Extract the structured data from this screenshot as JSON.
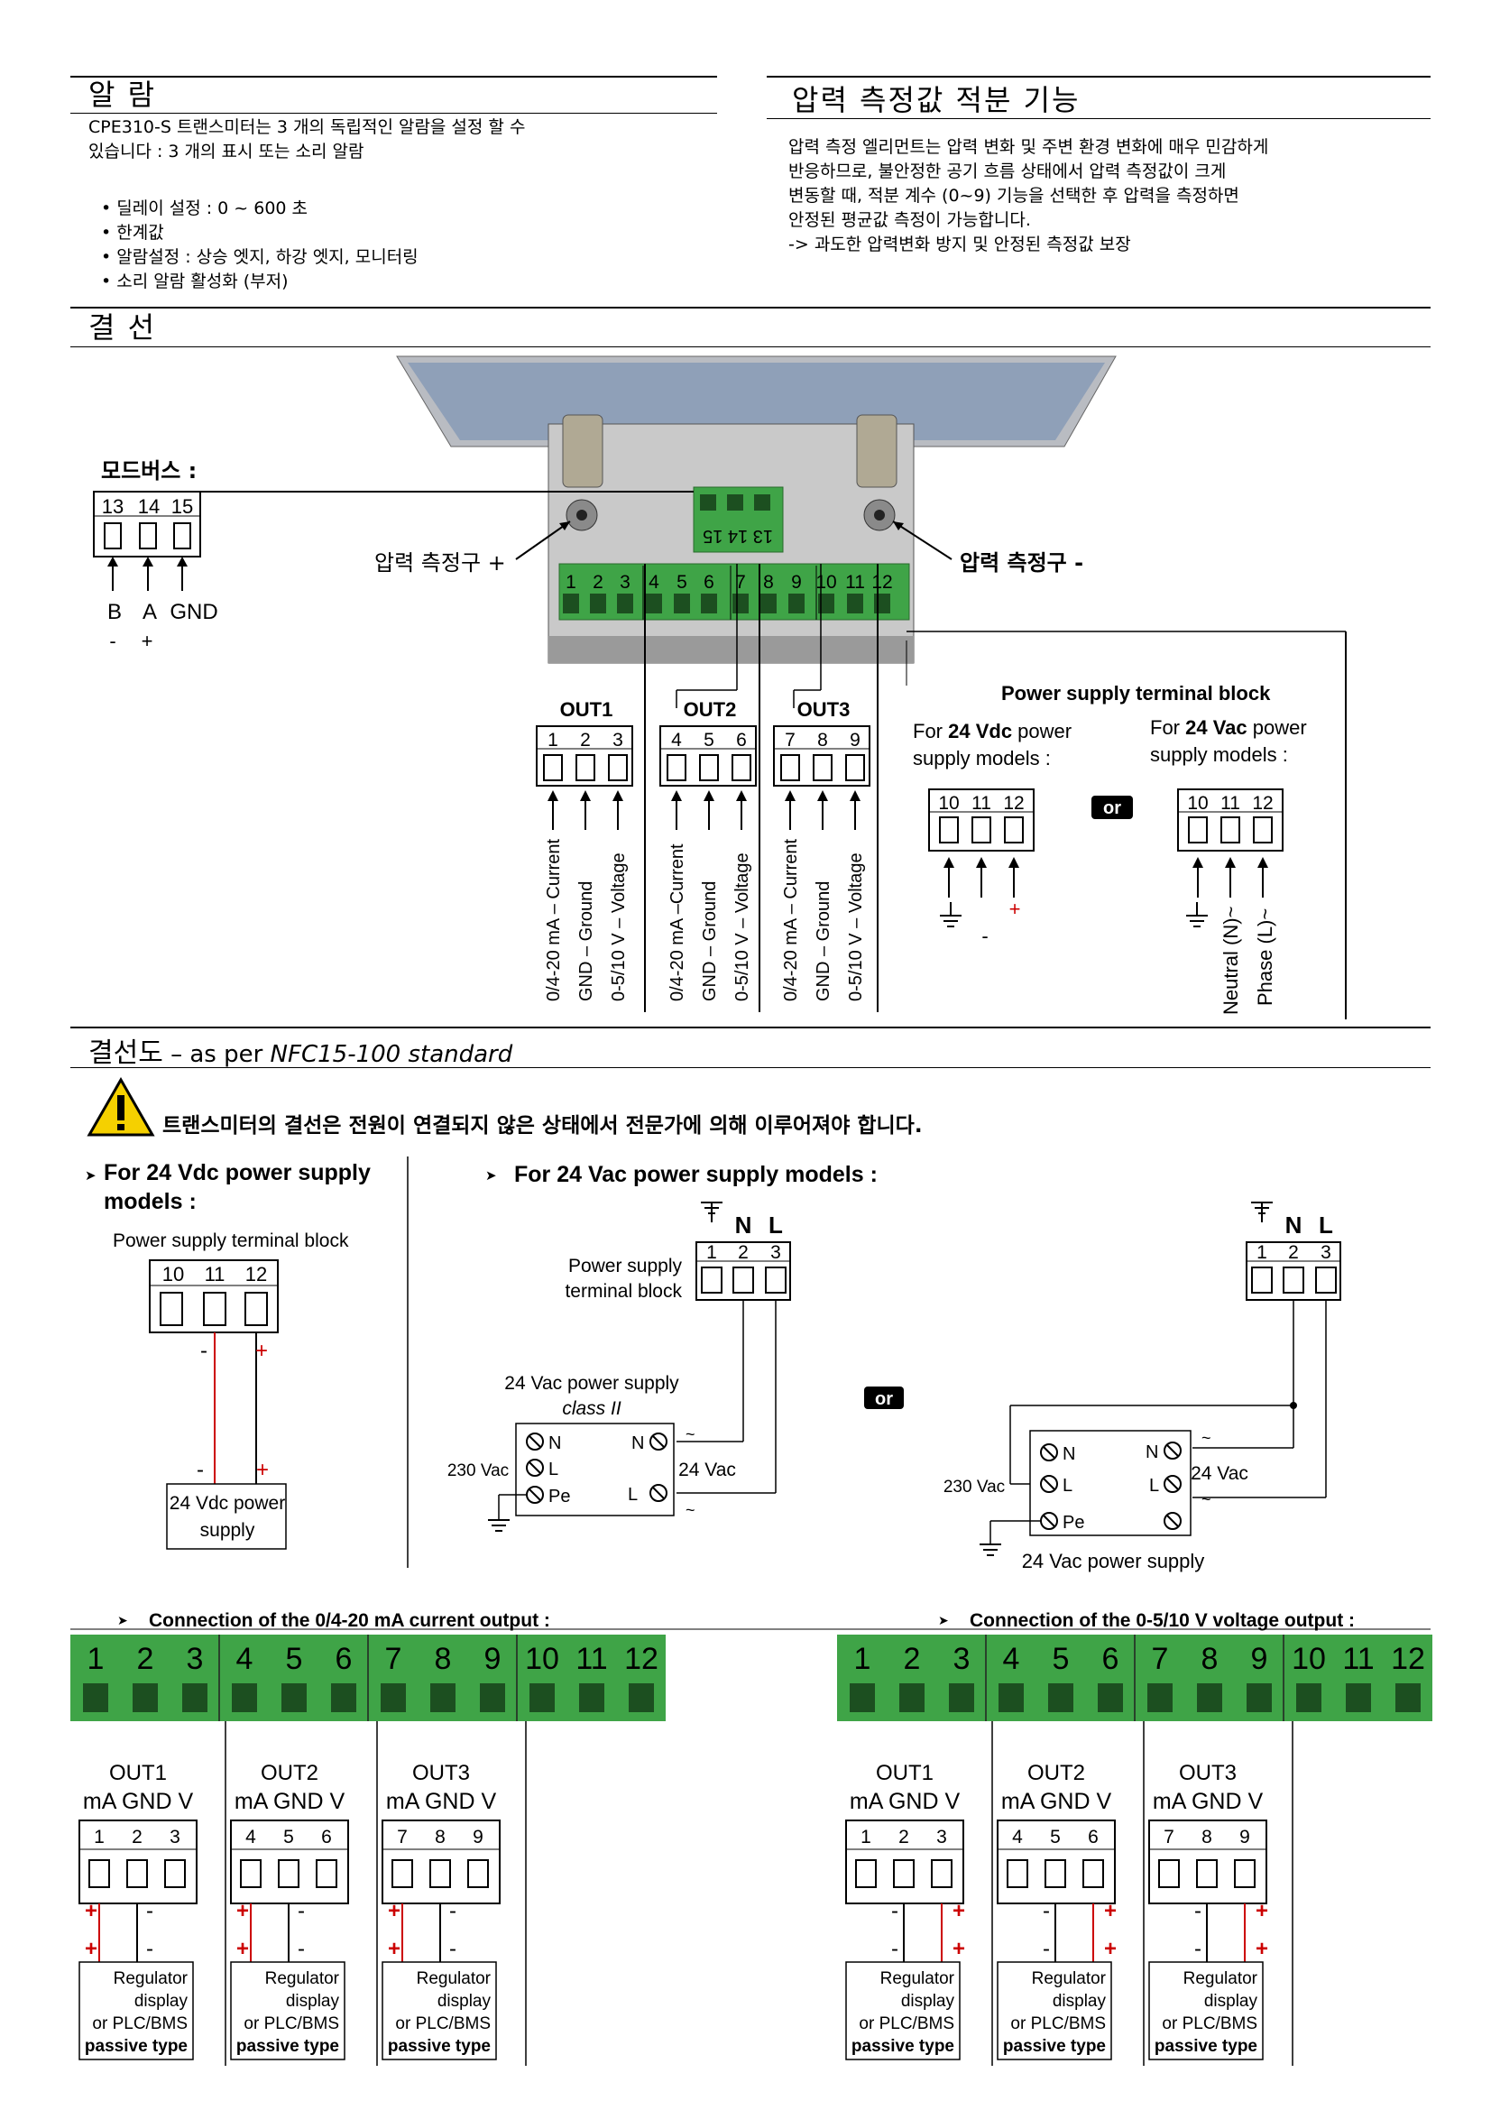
{
  "alarm": {
    "title": "알 람",
    "intro_1": "CPE310-S 트랜스미터는 3 개의 독립적인 알람을 설정 할 수",
    "intro_2": "있습니다 : 3 개의 표시 또는 소리 알람",
    "bullets": [
      "딜레이 설정 : 0 ~ 600 초",
      "한계값",
      "알람설정 : 상승 엣지, 하강 엣지, 모니터링",
      "소리 알람 활성화 (부저)"
    ]
  },
  "integration": {
    "title": "압력 측정값 적분 기능",
    "lines": [
      "압력 측정 엘리먼트는 압력 변화 및 주변 환경 변화에 매우 민감하게",
      "반응하므로, 불안정한 공기 흐름 상태에서 압력 측정값이 크게",
      "변동할 때, 적분 계수 (0~9) 기능을 선택한 후 압력을 측정하면",
      "안정된 평균값 측정이 가능합니다.",
      "-> 과도한 압력변화 방지 및 안정된 측정값 보장"
    ]
  },
  "wiring": {
    "title": "결 선",
    "modbus_label": "모드버스 :",
    "modbus_terms": [
      "13",
      "14",
      "15"
    ],
    "modbus_signals": [
      "B",
      "A",
      "GND"
    ],
    "modbus_polarity": [
      "-",
      "+"
    ],
    "device_terms": [
      "1",
      "2",
      "3",
      "4",
      "5",
      "6",
      "7",
      "8",
      "9",
      "10",
      "11",
      "12"
    ],
    "modbus_device_terms": [
      "13",
      "14",
      "15"
    ],
    "pressure_plus": "압력 측정구 +",
    "pressure_minus": "압력 측정구 -",
    "outputs": [
      {
        "name": "OUT1",
        "terms": [
          "1",
          "2",
          "3"
        ]
      },
      {
        "name": "OUT2",
        "terms": [
          "4",
          "5",
          "6"
        ]
      },
      {
        "name": "OUT3",
        "terms": [
          "7",
          "8",
          "9"
        ]
      }
    ],
    "out_labels": [
      [
        "0/4-20 mA – Current",
        "GND – Ground",
        "0-5/10 V – Voltage"
      ],
      [
        "0/4-20 mA –Current",
        "GND – Ground",
        "0-5/10 V – Voltage"
      ],
      [
        "0/4-20 mA – Current",
        "GND – Ground",
        "0-5/10 V – Voltage"
      ]
    ],
    "power_title": "Power supply terminal block",
    "vdc_pre": "For ",
    "vdc_bold": "24 Vdc",
    "vdc_post": " power",
    "vdc_line2": "supply models :",
    "vac_pre": "For ",
    "vac_bold": "24 Vac",
    "vac_post": " power",
    "vac_line2": "supply models :",
    "power_terms": [
      "10",
      "11",
      "12"
    ],
    "or": "or",
    "dc_minus": "-",
    "dc_plus": "+",
    "ac_neutral": "Neutral (N)~",
    "ac_phase": "Phase (L)~"
  },
  "diagram": {
    "title_ko": "결선도",
    "title_dash": " – as per ",
    "title_std": "NFC15-100 standard",
    "warning": "트랜스미터의 결선은 전원이 연결되지 않은 상태에서 전문가에 의해 이루어져야 합니다.",
    "vdc_heading_1": "For 24 Vdc power supply",
    "vdc_heading_2": "models :",
    "vdc_block_label": "Power supply terminal block",
    "vdc_terms": [
      "10",
      "11",
      "12"
    ],
    "vdc_minus": "-",
    "vdc_plus": "+",
    "vdc_supply_1": "24 Vdc power",
    "vdc_supply_2": "supply",
    "vac_heading": "For 24 Vac power supply models :",
    "vac_terms": [
      "1",
      "2",
      "3"
    ],
    "vac_NL": [
      "N",
      "L"
    ],
    "vac_block_1": "Power supply",
    "vac_block_2": "terminal block",
    "vac_supply_title": "24 Vac power supply",
    "vac_class": "class II",
    "vac_N": "N",
    "vac_L": "L",
    "vac_Pe": "Pe",
    "vac_230": "230 Vac",
    "vac_24": "24 Vac",
    "vac_tilde": "~",
    "vac_or": "or",
    "vac_supply_bottom": "24 Vac power supply"
  },
  "current_output": {
    "heading": "Connection of the 0/4-20 mA current output :",
    "terms": [
      "1",
      "2",
      "3",
      "4",
      "5",
      "6",
      "7",
      "8",
      "9",
      "10",
      "11",
      "12"
    ],
    "outs": [
      {
        "name": "OUT1",
        "labels": "mA GND V",
        "terms": [
          "1",
          "2",
          "3"
        ]
      },
      {
        "name": "OUT2",
        "labels": "mA GND V",
        "terms": [
          "4",
          "5",
          "6"
        ]
      },
      {
        "name": "OUT3",
        "labels": "mA GND V",
        "terms": [
          "7",
          "8",
          "9"
        ]
      }
    ],
    "plus": "+",
    "minus": "-",
    "reg_1": "Regulator",
    "reg_2": "display",
    "reg_3": "or PLC/BMS",
    "reg_4": "passive type"
  },
  "voltage_output": {
    "heading": "Connection of the 0-5/10 V voltage output :",
    "terms": [
      "1",
      "2",
      "3",
      "4",
      "5",
      "6",
      "7",
      "8",
      "9",
      "10",
      "11",
      "12"
    ],
    "outs": [
      {
        "name": "OUT1",
        "labels": "mA GND V",
        "terms": [
          "1",
          "2",
          "3"
        ]
      },
      {
        "name": "OUT2",
        "labels": "mA GND V",
        "terms": [
          "4",
          "5",
          "6"
        ]
      },
      {
        "name": "OUT3",
        "labels": "mA GND V",
        "terms": [
          "7",
          "8",
          "9"
        ]
      }
    ],
    "plus": "+",
    "minus": "-",
    "reg_1": "Regulator",
    "reg_2": "display",
    "reg_3": "or PLC/BMS",
    "reg_4": "passive type"
  },
  "colors": {
    "terminal_green": "#3fa447",
    "wire_red": "#cc0000",
    "warning_yellow": "#f5d000"
  }
}
